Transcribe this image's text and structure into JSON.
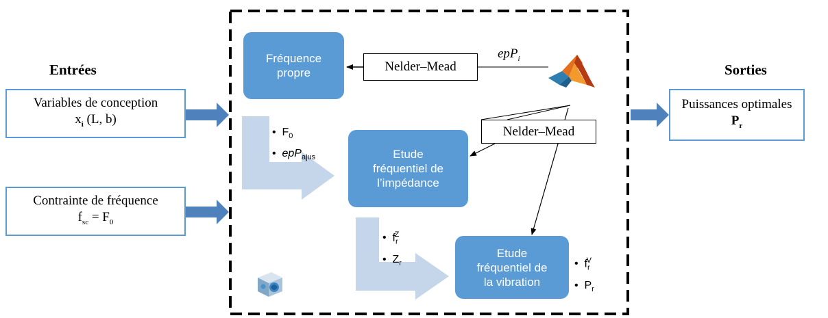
{
  "inputs": {
    "heading": "Entrées",
    "design_vars": {
      "line1": "Variables de conception",
      "line2_main": "x",
      "line2_sub": "i",
      "line2_rest": " (L, b)"
    },
    "freq_constraint": {
      "line1": "Contrainte de fréquence",
      "lhs_main": "f",
      "lhs_sub": "sc",
      "eq": " = F",
      "rhs_sub": "0"
    }
  },
  "outputs": {
    "heading": "Sorties",
    "line1": "Puissances optimales",
    "pr_main": "P",
    "pr_sub": "r"
  },
  "blocks": {
    "freq_propre": {
      "line1": "Fréquence",
      "line2": "propre"
    },
    "impedance": {
      "line1": "Etude",
      "line2": "fréquentiel de",
      "line3": "l’impédance"
    },
    "vibration": {
      "line1": "Etude",
      "line2": "fréquentiel de",
      "line3": "la vibration"
    }
  },
  "nelder_mead": {
    "top": "Nelder–Mead",
    "middle": "Nelder–Mead"
  },
  "eppi_label": {
    "main": "epP",
    "sub": "i"
  },
  "bullets1": {
    "f0_main": "F",
    "f0_sub": "0",
    "epp_main": "epP",
    "epp_sub": "ajus"
  },
  "bullets2": {
    "fr_main": "f",
    "fr_sub": "r",
    "fr_sup": "Z",
    "zr_main": "Z",
    "zr_sub": "r"
  },
  "bullets3": {
    "fr_main": "f",
    "fr_sub": "r",
    "fr_sup": "V",
    "pr_main": "P",
    "pr_sub": "r"
  },
  "icons": [
    "matlab-logo-icon",
    "comsol-cube-icon"
  ],
  "colors": {
    "block_blue": "#5b9bd5",
    "light_arrow": "#c5d5ea",
    "arrow_blue": "#4f81bd"
  }
}
